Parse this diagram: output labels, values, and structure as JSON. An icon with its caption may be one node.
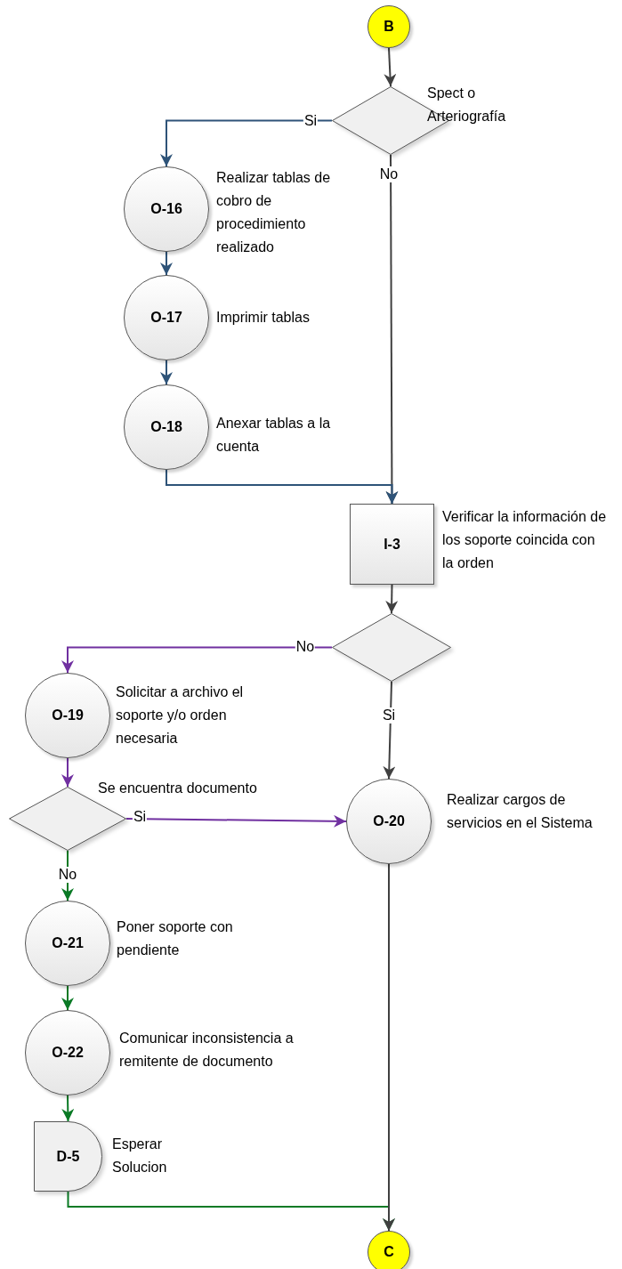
{
  "diagram": {
    "nodes": [
      {
        "text": [
          "B"
        ]
      },
      {
        "text": [],
        "shape": "diamond",
        "beside": [
          "Spect o Arteriografía"
        ]
      },
      {
        "text": [
          "O-16"
        ],
        "beside": [
          "Realizar tablas de cobro de procedimiento realizado"
        ]
      },
      {
        "text": [
          "O-17"
        ],
        "beside": [
          "Imprimir tablas"
        ]
      },
      {
        "text": [
          "O-18"
        ],
        "beside": [
          "Anexar tablas a la cuenta"
        ]
      },
      {
        "text": [
          "I-3"
        ],
        "beside": [
          "Verificar la información de los soporte coincida con la orden"
        ]
      },
      {
        "text": [],
        "shape": "diamond"
      },
      {
        "text": [
          "O-19"
        ],
        "beside": [
          "Solicitar a archivo el soporte y/o orden necesaria"
        ]
      },
      {
        "text": [],
        "shape": "diamond",
        "beside": [
          "Se encuentra documento"
        ]
      },
      {
        "text": [
          "O-20"
        ],
        "beside": [
          "Realizar cargos de servicios en el Sistema"
        ]
      },
      {
        "text": [
          "O-21"
        ],
        "beside": [
          "Poner soporte con pendiente"
        ]
      },
      {
        "text": [
          "O-22"
        ],
        "beside": [
          "Comunicar inconsistencia a remitente de documento"
        ]
      },
      {
        "text": [
          "D-5"
        ],
        "beside": [
          "Esperar Solucion"
        ]
      },
      {
        "text": [
          "C"
        ]
      }
    ],
    "edges": [
      {
        "from": 0,
        "to": 1,
        "arrow": "to"
      },
      {
        "from": 1,
        "to": 2,
        "arrow": "to",
        "label": "Si",
        "color": "#2e5378"
      },
      {
        "from": 1,
        "to": 5,
        "arrow": "to",
        "label": "No"
      },
      {
        "from": 2,
        "to": 3,
        "arrow": "to",
        "color": "#2e5378"
      },
      {
        "from": 3,
        "to": 4,
        "arrow": "to",
        "color": "#2e5378"
      },
      {
        "from": 4,
        "to": 5,
        "arrow": "to",
        "color": "#2e5378"
      },
      {
        "from": 5,
        "to": 6,
        "arrow": "to"
      },
      {
        "from": 6,
        "to": 7,
        "arrow": "to",
        "label": "No",
        "color": "#7030a0"
      },
      {
        "from": 6,
        "to": 9,
        "arrow": "to",
        "label": "Si"
      },
      {
        "from": 7,
        "to": 8,
        "arrow": "to",
        "color": "#7030a0"
      },
      {
        "from": 8,
        "to": 9,
        "arrow": "to",
        "label": "Si",
        "color": "#7030a0"
      },
      {
        "from": 8,
        "to": 10,
        "arrow": "to",
        "label": "No",
        "color": "#0a7a25"
      },
      {
        "from": 10,
        "to": 11,
        "arrow": "to",
        "color": "#0a7a25"
      },
      {
        "from": 11,
        "to": 12,
        "arrow": "to",
        "color": "#0a7a25"
      },
      {
        "from": 12,
        "to": 13,
        "arrow": "to",
        "color": "#0a7a25"
      },
      {
        "from": 9,
        "to": 13,
        "arrow": "to"
      }
    ]
  }
}
